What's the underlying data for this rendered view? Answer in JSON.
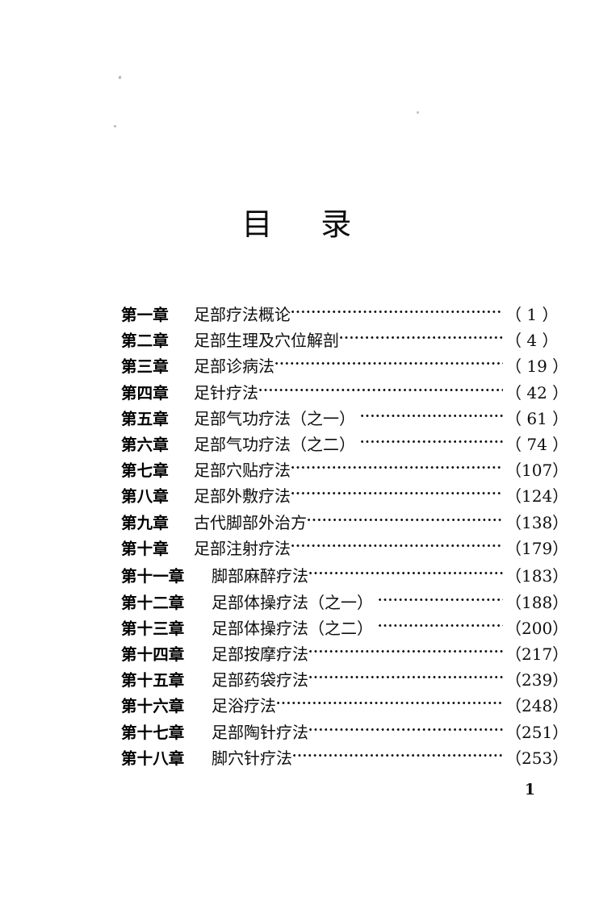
{
  "document": {
    "title": "目    录",
    "folio": "1"
  },
  "toc": {
    "entries": [
      {
        "chapter": "第一章",
        "title": "足部疗法概论",
        "page": "（ 1 ）",
        "width": "short",
        "bracket": false
      },
      {
        "chapter": "第二章",
        "title": "足部生理及穴位解剖",
        "page": "（ 4 ）",
        "width": "short",
        "bracket": false
      },
      {
        "chapter": "第三章",
        "title": "足部诊病法",
        "page": "（ 19 ）",
        "width": "short",
        "bracket": false
      },
      {
        "chapter": "第四章",
        "title": "足针疗法",
        "page": "（ 42 ）",
        "width": "short",
        "bracket": false
      },
      {
        "chapter": "第五章",
        "title": "足部气功疗法（之一）",
        "page": "（ 61 ）",
        "width": "short",
        "bracket": true
      },
      {
        "chapter": "第六章",
        "title": "足部气功疗法（之二）",
        "page": "（ 74 ）",
        "width": "short",
        "bracket": true
      },
      {
        "chapter": "第七章",
        "title": "足部穴贴疗法",
        "page": "（107）",
        "width": "short",
        "bracket": false
      },
      {
        "chapter": "第八章",
        "title": "足部外敷疗法",
        "page": "（124）",
        "width": "short",
        "bracket": false
      },
      {
        "chapter": "第九章",
        "title": "古代脚部外治方",
        "page": "（138）",
        "width": "short",
        "bracket": false
      },
      {
        "chapter": "第十章",
        "title": "足部注射疗法",
        "page": "（179）",
        "width": "short",
        "bracket": false
      },
      {
        "chapter": "第十一章",
        "title": "脚部麻醉疗法",
        "page": "（183）",
        "width": "long",
        "bracket": false
      },
      {
        "chapter": "第十二章",
        "title": "足部体操疗法（之一）",
        "page": "（188）",
        "width": "long",
        "bracket": true
      },
      {
        "chapter": "第十三章",
        "title": "足部体操疗法（之二）",
        "page": "（200）",
        "width": "long",
        "bracket": true
      },
      {
        "chapter": "第十四章",
        "title": "足部按摩疗法",
        "page": "（217）",
        "width": "long",
        "bracket": false
      },
      {
        "chapter": "第十五章",
        "title": "足部药袋疗法",
        "page": "（239）",
        "width": "long",
        "bracket": false
      },
      {
        "chapter": "第十六章",
        "title": "足浴疗法",
        "page": "（248）",
        "width": "long",
        "bracket": false
      },
      {
        "chapter": "第十七章",
        "title": "足部陶针疗法",
        "page": "（251）",
        "width": "long",
        "bracket": false
      },
      {
        "chapter": "第十八章",
        "title": "脚穴针疗法",
        "page": "（253）",
        "width": "long",
        "bracket": false
      }
    ]
  }
}
